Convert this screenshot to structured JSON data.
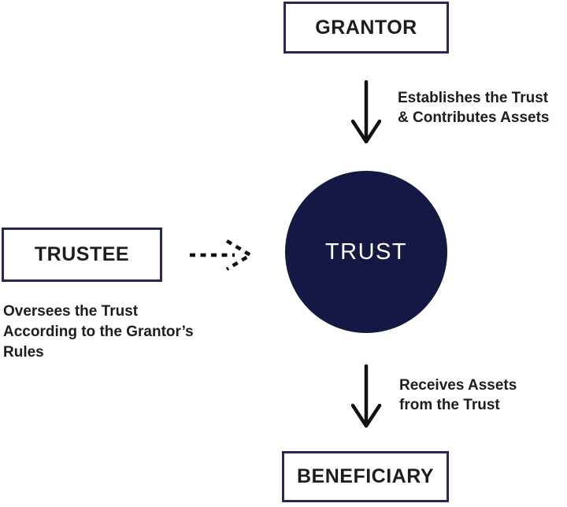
{
  "nodes": {
    "grantor": "GRANTOR",
    "trust": "TRUST",
    "trustee": "TRUSTEE",
    "beneficiary": "BENEFICIARY"
  },
  "edges": {
    "grantor_to_trust": {
      "type": "solid-arrow-down",
      "lines": {
        "l1": "Establishes the Trust",
        "l2": "& Contributes Assets"
      }
    },
    "trustee_to_trust": {
      "type": "dashed-arrow-right",
      "lines": {
        "l1": "Oversees the Trust",
        "l2": "According to the Grantor’s",
        "l3": "Rules"
      }
    },
    "trust_to_beneficiary": {
      "type": "solid-arrow-down",
      "lines": {
        "l1": "Receives Assets",
        "l2": "from the Trust"
      }
    }
  },
  "colors": {
    "navy_fill": "#141843",
    "box_border": "#262a51",
    "text": "#1d1d1d",
    "trust_label": "#ffffff",
    "arrow": "#111111",
    "background": "#ffffff"
  }
}
